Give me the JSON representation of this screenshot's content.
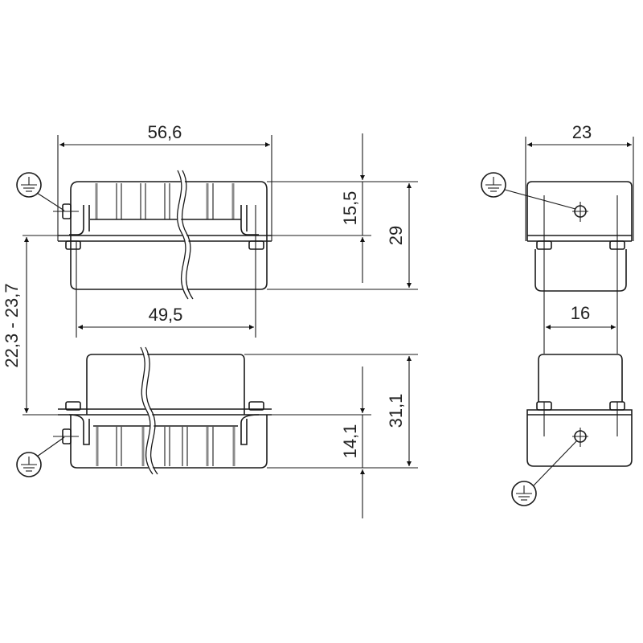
{
  "drawing": {
    "type": "technical dimension drawing",
    "units": "mm",
    "colors": {
      "line": "#1a1a1a",
      "background": "#ffffff",
      "shade": "#8a8a8a"
    }
  },
  "front_view": {
    "dimensions": {
      "overall_width": "56,6",
      "inner_width": "49,5",
      "top_height": "29",
      "top_flange_height": "15,5",
      "bottom_height": "31,1",
      "bottom_flange_height": "14,1",
      "mounting_distance": "22,3 - 23,7"
    },
    "ground_symbols": [
      "protective-earth-top",
      "protective-earth-bottom"
    ]
  },
  "side_view": {
    "dimensions": {
      "overall_width": "23",
      "inner_width": "16"
    },
    "ground_symbols": [
      "protective-earth-top",
      "protective-earth-bottom"
    ]
  }
}
